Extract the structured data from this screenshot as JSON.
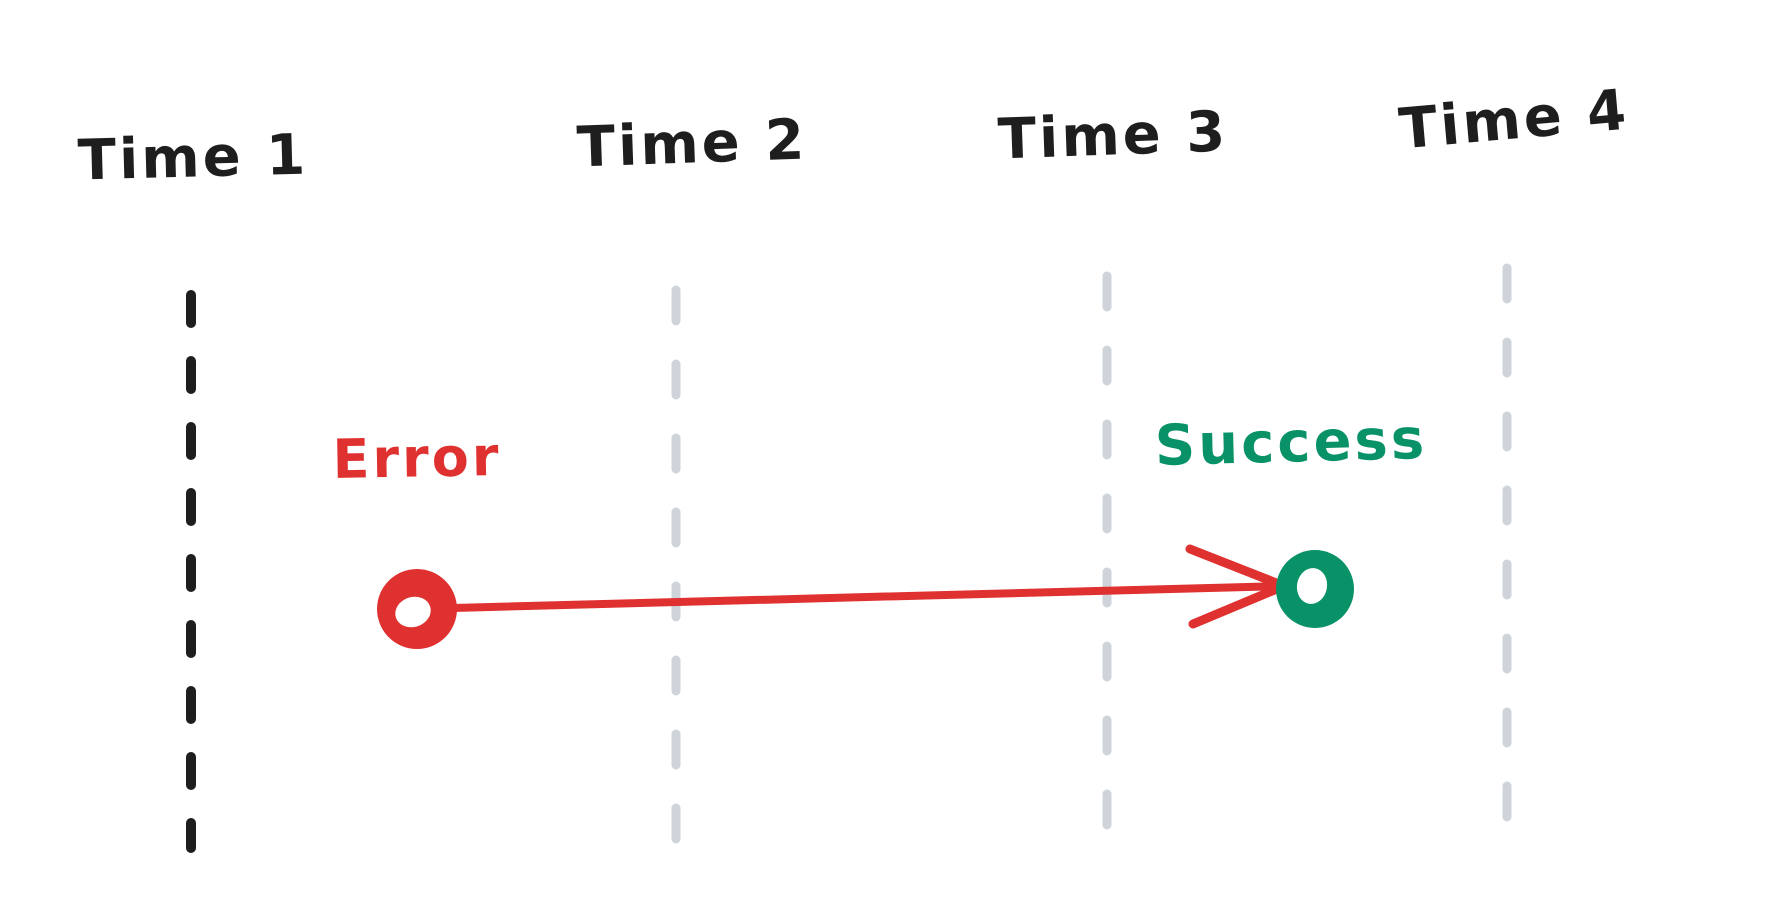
{
  "diagram": {
    "type": "hand-drawn timeline sequence",
    "background": "#ffffff"
  },
  "colors": {
    "ink": "#1e1e1e",
    "grid_gray": "#ced4da",
    "red": "#e03131",
    "green": "#099268",
    "white": "#ffffff"
  },
  "timeline": {
    "columns": [
      {
        "label": "Time 1",
        "gridline": "black dashed"
      },
      {
        "label": "Time 2",
        "gridline": "gray dashed"
      },
      {
        "label": "Time 3",
        "gridline": "gray dashed"
      },
      {
        "label": "Time 4",
        "gridline": "gray dashed"
      }
    ]
  },
  "events": {
    "error": {
      "label": "Error",
      "color": "#e03131",
      "marker": "red ring",
      "position": "between Time 1 and Time 2"
    },
    "success": {
      "label": "Success",
      "color": "#099268",
      "marker": "green ring",
      "position": "at Time 3"
    }
  },
  "arrow": {
    "from": "Error marker",
    "to": "Success marker",
    "color": "#e03131",
    "style": "hand-drawn open arrowhead"
  }
}
